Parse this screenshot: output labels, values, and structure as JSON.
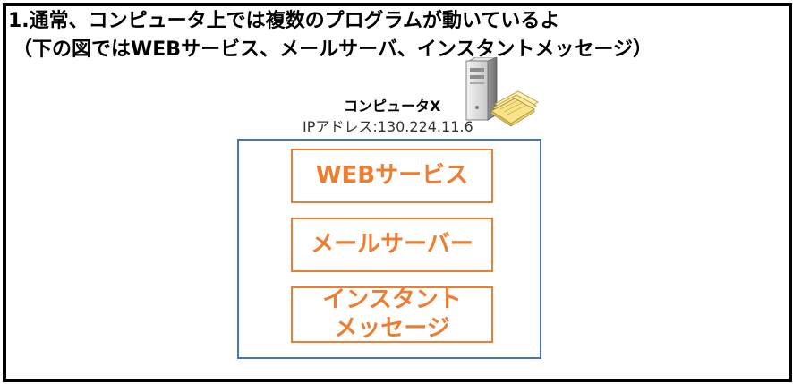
{
  "heading": {
    "line1": "1.通常、コンピュータ上では複数のプログラムが動いているよ",
    "line2": "（下の図ではWEBサービス、メールサーバ、インスタントメッセージ）"
  },
  "computer": {
    "name": "コンピュータX",
    "ip": "IPアドレス:130.224.11.6",
    "icon": "server-icon"
  },
  "services": [
    {
      "label": "WEBサービス"
    },
    {
      "label": "メールサーバー"
    },
    {
      "label_line1": "インスタント",
      "label_line2": "メッセージ"
    }
  ],
  "colors": {
    "frame": "#000000",
    "container_border": "#4472c4",
    "service_accent": "#ed7d31"
  }
}
